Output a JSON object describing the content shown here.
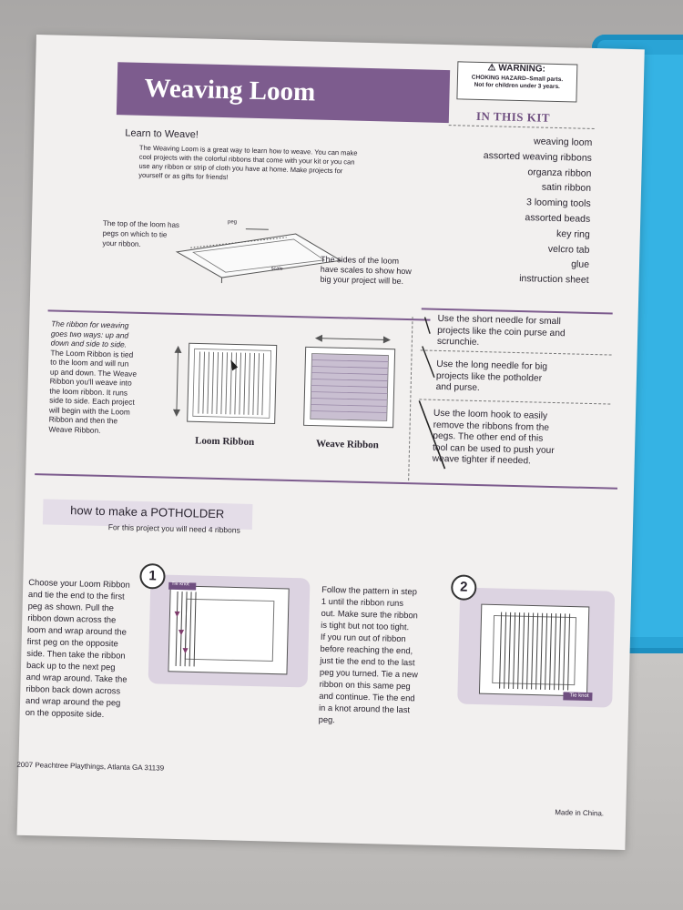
{
  "header": {
    "title": "Weaving Loom"
  },
  "warning": {
    "title": "WARNING:",
    "lines": [
      "CHOKING HAZARD–Small parts.",
      "Not for children under 3 years."
    ]
  },
  "kit": {
    "heading": "IN THIS KIT",
    "items": [
      "weaving loom",
      "assorted weaving ribbons",
      "organza ribbon",
      "satin ribbon",
      "3 looming tools",
      "assorted beads",
      "key ring",
      "velcro tab",
      "glue",
      "instruction sheet"
    ]
  },
  "intro": {
    "heading": "Learn to Weave!",
    "lines": [
      "The Weaving Loom is a great way to learn how to weave. You can make",
      "cool projects with the colorful ribbons that come with your kit or you can",
      "use any ribbon or strip of cloth you have at home. Make projects for",
      "yourself or as gifts for friends!"
    ]
  },
  "diagram": {
    "top_caption": [
      "The top of the loom has",
      "pegs on which to tie",
      "your ribbon."
    ],
    "peg_label": "peg",
    "scale_label": "scale",
    "sides_caption": [
      "The sides of the loom",
      "have scales to show how",
      "big your project will be."
    ]
  },
  "ribbons": {
    "caption": [
      "The ribbon for weaving",
      "goes two ways: up and",
      "down and side to side.",
      "The Loom Ribbon is tied",
      "to the loom and will run",
      "up and down. The Weave",
      "Ribbon you'll weave into",
      "the loom ribbon. It runs",
      "side to side. Each project",
      "will begin with the Loom",
      "Ribbon and then the",
      "Weave Ribbon."
    ],
    "loom_label": "Loom Ribbon",
    "weave_label": "Weave Ribbon"
  },
  "tools": [
    {
      "lines": [
        "Use the short needle for small",
        "projects like the coin purse and",
        "scrunchie."
      ]
    },
    {
      "lines": [
        "Use the long needle for big",
        "projects like the potholder",
        "and purse."
      ]
    },
    {
      "lines": [
        "Use the loom hook to easily",
        "remove the ribbons from the",
        "pegs. The other end of this",
        "tool can be used to push your",
        "weave tighter if needed."
      ]
    }
  ],
  "potholder": {
    "heading": "how to make a POTHOLDER",
    "subheading": "For this project you will need 4 ribbons",
    "step1": {
      "number": "1",
      "tag": "Tie knot",
      "lines": [
        "Choose your Loom Ribbon",
        "and tie the end to the first",
        "peg as shown. Pull the",
        "ribbon down across the",
        "loom and wrap around the",
        "first peg on the opposite",
        "side. Then take the ribbon",
        "back up to the next peg",
        "and wrap around. Take the",
        "ribbon back down across",
        "and wrap around the peg",
        "on the opposite side."
      ]
    },
    "step2": {
      "number": "2",
      "tag": "Tie knot",
      "lines": [
        "Follow the pattern in step",
        "1 until the ribbon runs",
        "out. Make sure the ribbon",
        "is tight but not too tight.",
        "If you run out of ribbon",
        "before reaching the end,",
        "just tie the end to the last",
        "peg you turned. Tie a new",
        "ribbon on this same peg",
        "and continue. Tie the end",
        "in a knot around the last",
        "peg."
      ]
    }
  },
  "footer": {
    "copyright": "2007 Peachtree Playthings, Atlanta GA 31139",
    "made_in": "Made in China."
  }
}
